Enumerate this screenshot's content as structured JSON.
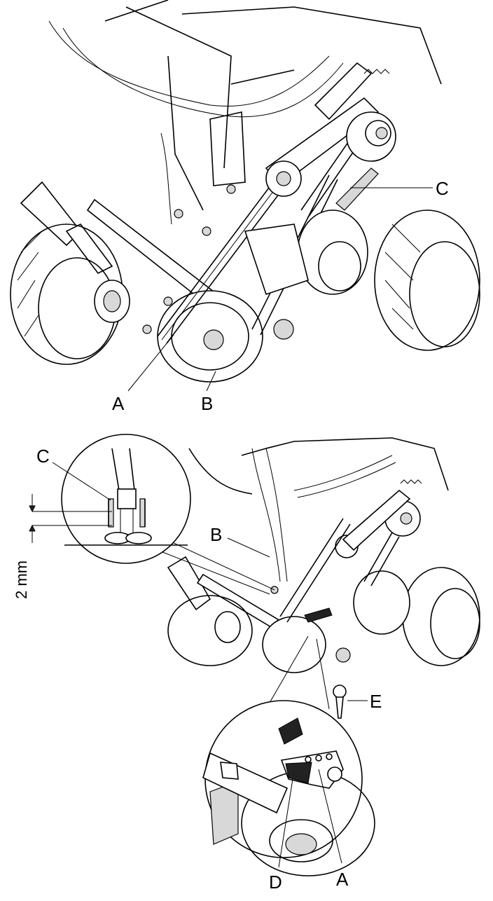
{
  "figure_top": {
    "labels": {
      "a": "A",
      "b": "B",
      "c": "C"
    }
  },
  "figure_middle": {
    "labels": {
      "b": "B",
      "c": "C"
    },
    "dimension": "2 mm"
  },
  "figure_bottom": {
    "labels": {
      "a": "A",
      "d": "D",
      "e": "E"
    }
  }
}
